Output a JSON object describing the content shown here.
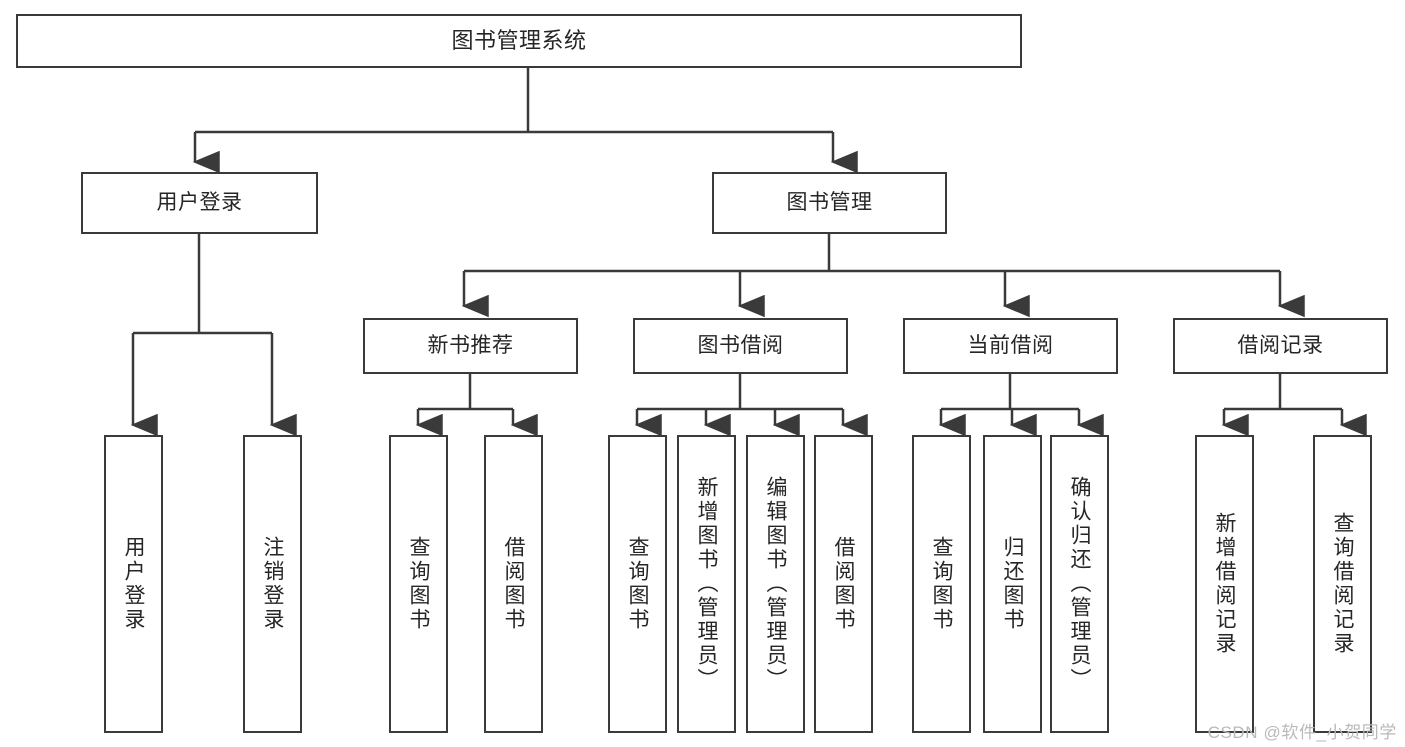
{
  "diagram": {
    "title": "图书管理系统",
    "type": "hierarchy-tree",
    "watermark": "CSDN @软件_小贺同学",
    "colors": {
      "stroke": "#3a3a3a",
      "text": "#262626",
      "background": "#ffffff",
      "watermark": "#b9b9b9"
    },
    "root": {
      "label": "图书管理系统"
    },
    "level2": [
      {
        "label": "用户登录"
      },
      {
        "label": "图书管理"
      }
    ],
    "level3": [
      {
        "label": "新书推荐"
      },
      {
        "label": "图书借阅"
      },
      {
        "label": "当前借阅"
      },
      {
        "label": "借阅记录"
      }
    ],
    "leaves": [
      {
        "label": "用户登录"
      },
      {
        "label": "注销登录"
      },
      {
        "label": "查询图书"
      },
      {
        "label": "借阅图书"
      },
      {
        "label": "查询图书"
      },
      {
        "label": "新增图书（管理员）"
      },
      {
        "label": "编辑图书（管理员）"
      },
      {
        "label": "借阅图书"
      },
      {
        "label": "查询图书"
      },
      {
        "label": "归还图书"
      },
      {
        "label": "确认归还（管理员）"
      },
      {
        "label": "新增借阅记录"
      },
      {
        "label": "查询借阅记录"
      }
    ]
  }
}
